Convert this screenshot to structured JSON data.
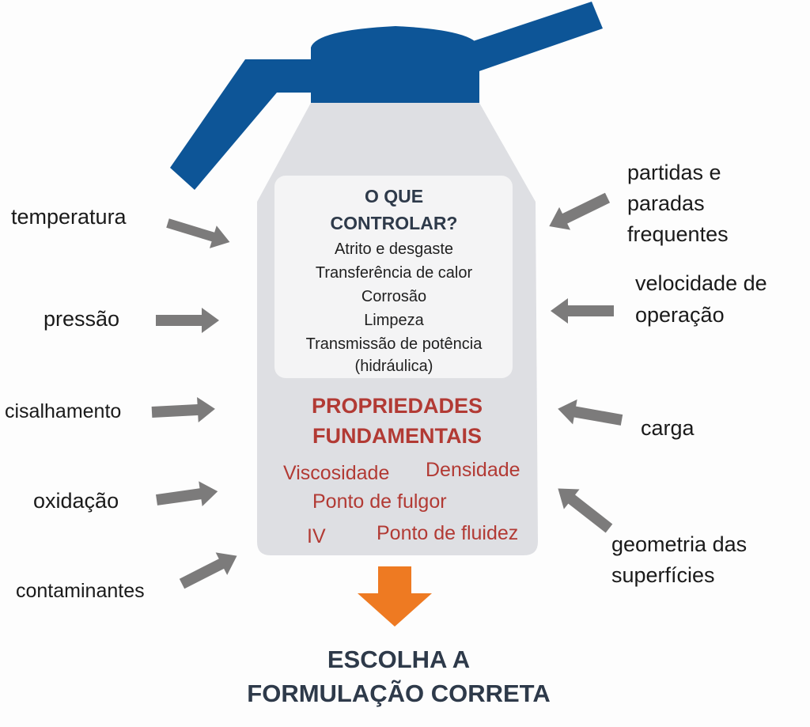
{
  "colors": {
    "cap": "#0d5597",
    "body": "#dedfe3",
    "panel": "#f4f4f5",
    "arrow": "#7c7b7b",
    "result_arrow": "#ee7a22",
    "prop_text": "#b23a34",
    "heading": "#2e3a4a"
  },
  "left_factors": [
    "temperatura",
    "pressão",
    "cisalhamento",
    "oxidação",
    "contaminantes"
  ],
  "right_factors": [
    [
      "partidas e",
      "paradas",
      "frequentes"
    ],
    [
      "velocidade de",
      "operação"
    ],
    [
      "carga"
    ],
    [
      "geometria das",
      "superfícies"
    ]
  ],
  "control": {
    "title": [
      "O QUE",
      "CONTROLAR?"
    ],
    "items": [
      "Atrito e desgaste",
      "Transferência de calor",
      "Corrosão",
      "Limpeza",
      "Transmissão de potência",
      "(hidráulica)"
    ]
  },
  "properties": {
    "title": [
      "PROPRIEDADES",
      "FUNDAMENTAIS"
    ],
    "items": [
      "Viscosidade",
      "Densidade",
      "Ponto de fulgor",
      "IV",
      "Ponto de fluidez"
    ]
  },
  "result": [
    "ESCOLHA A",
    "FORMULAÇÃO CORRETA"
  ]
}
